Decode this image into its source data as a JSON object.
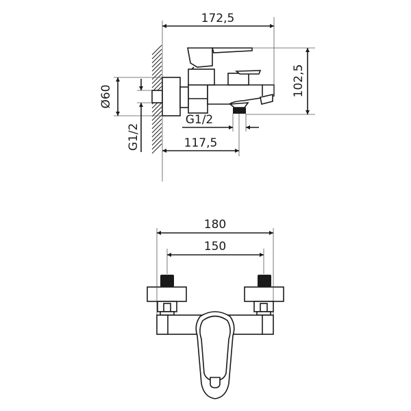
{
  "drawing": {
    "side_view": {
      "dimensions": {
        "overall_depth": "172,5",
        "height": "102,5",
        "diameter": "Ø60",
        "inlet_thread": "G1/2",
        "outlet_thread": "G1/2",
        "outlet_offset": "117,5"
      }
    },
    "front_view": {
      "dimensions": {
        "overall_width": "180",
        "inlet_spacing": "150"
      }
    }
  },
  "colors": {
    "line": "#1a1a1a",
    "extension_line": "#555555",
    "background": "#ffffff"
  }
}
